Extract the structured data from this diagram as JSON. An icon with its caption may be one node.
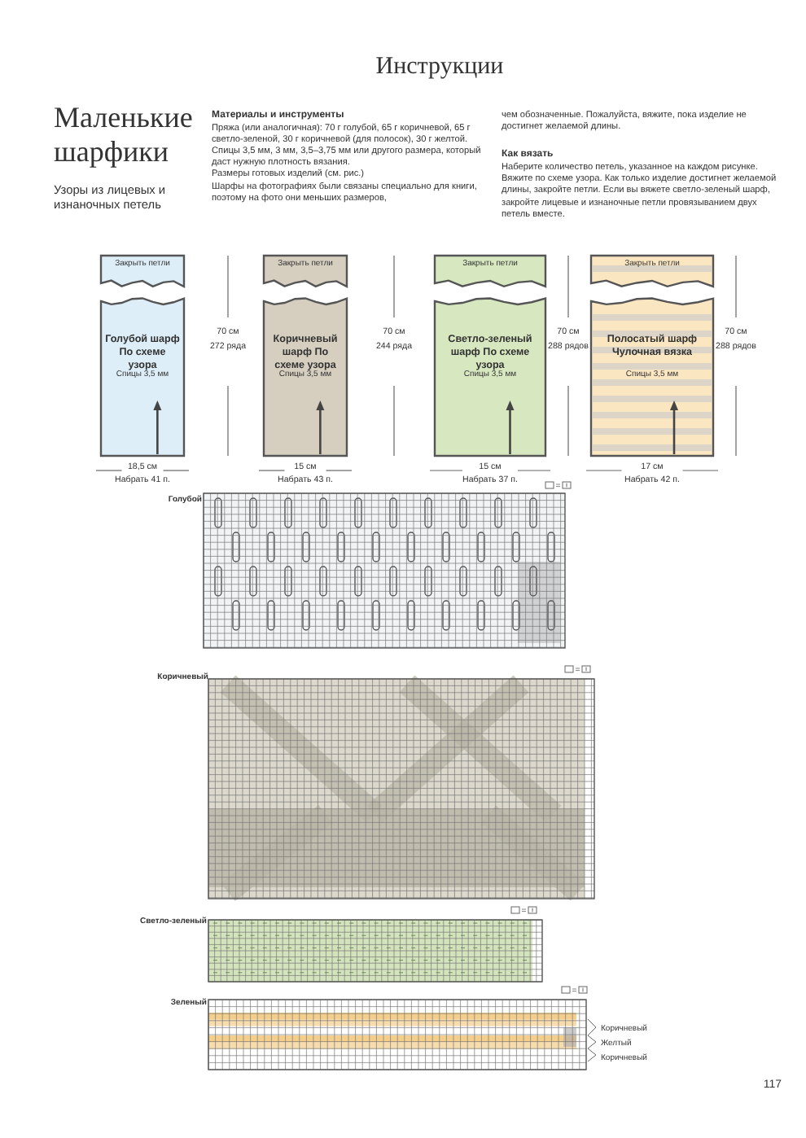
{
  "diagram": {
    "title": "Инструкции",
    "nodes": [
      {
        "text": [
          "Закрыть петли",
          "Голубой шарф По схеме узора",
          "Спицы 3,5 мм"
        ],
        "beside": [
          "70 см",
          "272 ряда",
          "18,5 см",
          "Набрать 41 п."
        ]
      },
      {
        "text": [
          "Закрыть петли",
          "Коричневый шарф По схеме узора",
          "Спицы 3,5 мм"
        ],
        "beside": [
          "70 см",
          "244 ряда",
          "15 см",
          "Набрать 43 п."
        ]
      },
      {
        "text": [
          "Закрыть петли",
          "Светло-зеленый шарф По схеме узора",
          "Спицы 3,5 мм"
        ],
        "beside": [
          "70 см",
          "288 рядов",
          "15 см",
          "Набрать 37 п."
        ]
      },
      {
        "text": [
          "Закрыть петли",
          "Полосатый шарф Чулочная вязка",
          "Спицы 3,5 мм"
        ],
        "beside": [
          "70 см",
          "288 рядов",
          "17 см",
          "Набрать 42 п."
        ]
      }
    ],
    "labels": [
      "Маленькие шарфики",
      "Узоры из лицевых и изнаночных петель",
      "Материалы и инструменты",
      "Пряжа (или аналогичная): 70 г голубой, 65 г коричневой, 65 г светло-зеленой, 30 г коричневой (для полосок), 30 г желтой.",
      "Спицы 3,5 мм, 3 мм, 3,5–3,75 мм или другого размера, который даст нужную плотность вязания.",
      "Размеры готовых изделий (см. рис.)",
      "Шарфы на фотографиях были связаны специально для книги, поэтому на фото они меньших размеров,",
      "чем обозначенные. Пожалуйста, вяжите, пока изделие не достигнет желаемой длины.",
      "Как вязать",
      "Наберите количество петель, указанное на каждом рисунке. Вяжите по схеме узора. Как только изделие достигнет желаемой длины, закройте петли. Если вы вяжете светло-зеленый шарф, закройте лицевые и изнаночные петли провязыванием двух петель вместе.",
      "Голубой",
      "Коричневый",
      "Светло-зеленый",
      "Зеленый",
      "Коричневый",
      "Желтый",
      "Коричневый",
      "117"
    ]
  }
}
